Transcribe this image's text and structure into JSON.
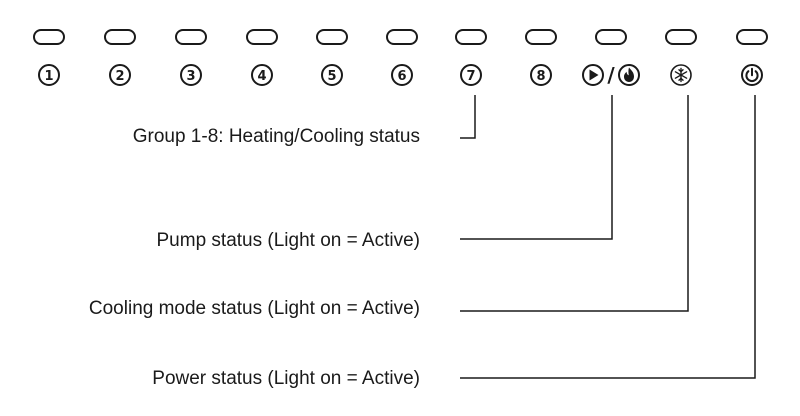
{
  "indicators": {
    "groups": [
      {
        "number": "1"
      },
      {
        "number": "2"
      },
      {
        "number": "3"
      },
      {
        "number": "4"
      },
      {
        "number": "5"
      },
      {
        "number": "6"
      },
      {
        "number": "7"
      },
      {
        "number": "8"
      }
    ],
    "pump_heating_separator": "/",
    "icons": {
      "pump": "play-circle-icon",
      "heating": "flame-icon",
      "cooling": "snowflake-icon",
      "power": "power-icon"
    }
  },
  "labels": {
    "groups": "Group 1-8: Heating/Cooling status",
    "pump": "Pump status (Light on = Active)",
    "cooling": "Cooling mode status (Light on = Active)",
    "power": "Power status (Light on = Active)"
  }
}
